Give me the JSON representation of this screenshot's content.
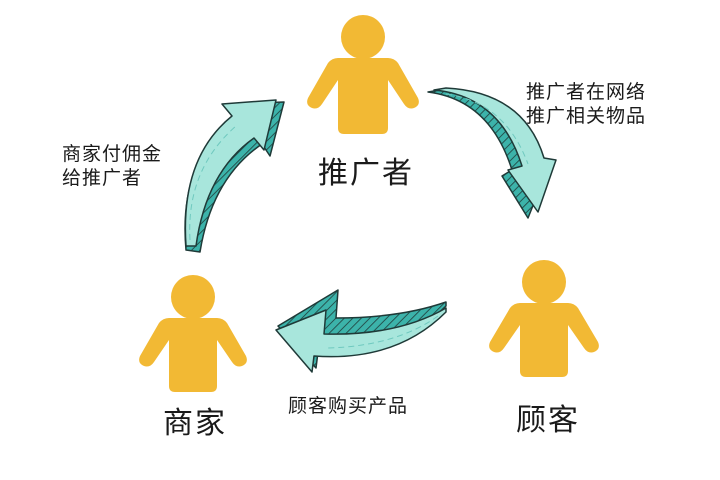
{
  "colors": {
    "person": "#F2B934",
    "arrow_fill": "#A8E6DC",
    "arrow_side": "#3CB3AA",
    "outline": "#1f3a38",
    "background": "#FFFFFF"
  },
  "nodes": [
    {
      "id": "promoter",
      "label": "推广者"
    },
    {
      "id": "customer",
      "label": "顾客"
    },
    {
      "id": "merchant",
      "label": "商家"
    }
  ],
  "edges": [
    {
      "from": "promoter",
      "to": "customer",
      "label_lines": [
        "推广者在网络",
        "推广相关物品"
      ]
    },
    {
      "from": "customer",
      "to": "merchant",
      "label_lines": [
        "顾客购买产品"
      ]
    },
    {
      "from": "merchant",
      "to": "promoter",
      "label_lines": [
        "商家付佣金",
        "给推广者"
      ]
    }
  ]
}
